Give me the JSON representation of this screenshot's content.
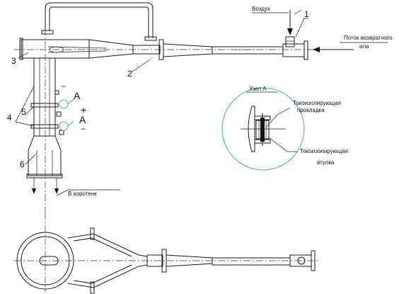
{
  "labels": {
    "air": "Воздух",
    "return_flow_line1": "Поток возвратного",
    "return_flow_line2": "ила",
    "node_title": "Узел А",
    "gasket_line1": "Токоизолирующая",
    "gasket_line2": "прокладка",
    "sleeve_line1": "Токоизолирующая",
    "sleeve_line2": "втулка",
    "to_aerotank": "В аэротенк"
  },
  "callouts": {
    "n1": "1",
    "n2": "2",
    "n3": "3",
    "n4": "4",
    "n5": "5",
    "n6": "6",
    "a_upper": "A",
    "a_lower": "A"
  },
  "polarity": {
    "minus_top": "−",
    "plus": "+",
    "minus_bottom": "−"
  },
  "colors": {
    "line": "#1a1a1a",
    "node_circle": "#3aa8d8"
  }
}
